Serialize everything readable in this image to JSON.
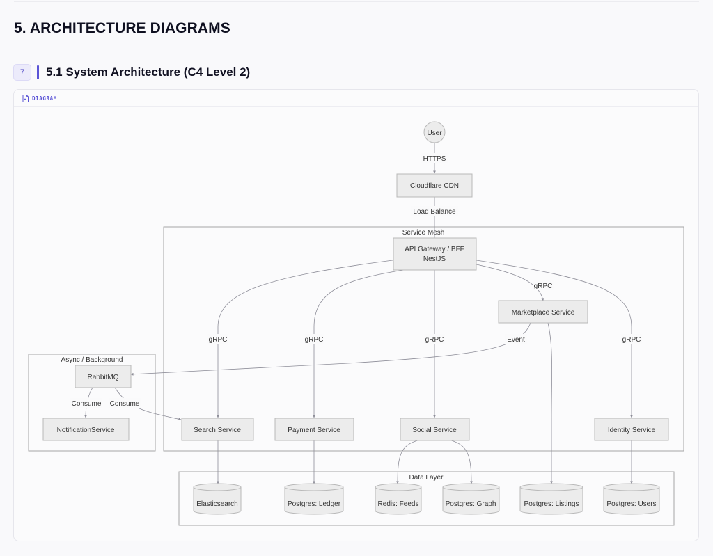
{
  "page": {
    "title": "5. ARCHITECTURE DIAGRAMS"
  },
  "section": {
    "number": "7",
    "title": "5.1 System Architecture (C4 Level 2)"
  },
  "diagram_card": {
    "label": "DIAGRAM",
    "label_icon": "document-icon"
  },
  "diagram": {
    "groups": {
      "service_mesh": "Service Mesh",
      "async": "Async / Background",
      "data_layer": "Data Layer"
    },
    "nodes": {
      "user": "User",
      "cdn": "Cloudflare CDN",
      "api_gateway_1": "API Gateway / BFF",
      "api_gateway_2": "NestJS",
      "marketplace": "Marketplace Service",
      "rabbitmq": "RabbitMQ",
      "notification": "NotificationService",
      "search": "Search Service",
      "payment": "Payment Service",
      "social": "Social Service",
      "identity": "Identity Service",
      "elasticsearch": "Elasticsearch",
      "pg_ledger": "Postgres: Ledger",
      "redis_feeds": "Redis: Feeds",
      "pg_graph": "Postgres: Graph",
      "pg_listings": "Postgres: Listings",
      "pg_users": "Postgres: Users"
    },
    "edge_labels": {
      "https": "HTTPS",
      "load_balance": "Load Balance",
      "grpc_search": "gRPC",
      "grpc_payment": "gRPC",
      "grpc_social": "gRPC",
      "grpc_marketplace": "gRPC",
      "grpc_identity": "gRPC",
      "event": "Event",
      "consume_notification": "Consume",
      "consume_search": "Consume"
    },
    "colors": {
      "node_fill": "#ececec",
      "node_stroke": "#b8b8b8",
      "group_stroke": "#a6a6a6",
      "edge": "#8d8d98",
      "accent": "#5b54d6"
    }
  }
}
